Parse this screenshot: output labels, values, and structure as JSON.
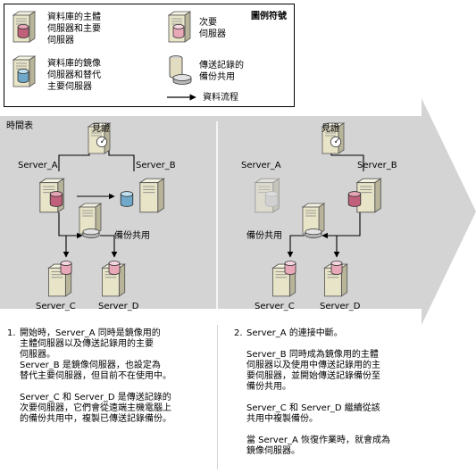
{
  "legend": {
    "title": "圖例符號",
    "items": [
      {
        "label": "資料庫的主體\n伺服器和主要\n伺服器",
        "icon": "principal-server-icon"
      },
      {
        "label": "次要\n伺服器",
        "icon": "secondary-server-icon"
      },
      {
        "label": "資料庫的鏡像\n伺服器和替代\n主要伺服器",
        "icon": "mirror-server-icon"
      },
      {
        "label": "傳送記錄的\n備份共用",
        "icon": "backup-share-icon"
      },
      {
        "label": "資料流程",
        "icon": "data-flow-arrow-icon"
      }
    ]
  },
  "timeline": {
    "title": "時間表",
    "left": {
      "witness": "見證",
      "server_a": "Server_A",
      "server_b": "Server_B",
      "backup_share": "備份共用",
      "server_c": "Server_C",
      "server_d": "Server_D"
    },
    "right": {
      "witness": "見證",
      "server_a": "Server_A",
      "server_b": "Server_B",
      "backup_share": "備份共用",
      "server_c": "Server_C",
      "server_d": "Server_D"
    }
  },
  "descriptions": {
    "step1": {
      "number": "1.",
      "paragraphs": [
        "開始時，Server_A 同時是鏡像用的\n主體伺服器以及傳送記錄用的主要\n伺服器。\nServer_B 是鏡像伺服器，也設定為\n替代主要伺服器，但目前不在使用中。",
        "Server_C 和 Server_D 是傳送記錄的\n次要伺服器，它們會從遠端主機電腦上\n的備份共用中，複製已傳送記錄備份。"
      ]
    },
    "step2": {
      "number": "2.",
      "paragraphs": [
        "Server_A 的連接中斷。",
        "Server_B 同時成為鏡像用的主體\n伺服器以及使用中傳送記錄用的主\n要伺服器，並開始傳送記錄備份至\n備份共用。",
        "Server_C 和 Server_D 繼續從該\n共用中複製備份。",
        "當 Server_A 恢復作業時，就會成為\n鏡像伺服器。"
      ]
    }
  },
  "colors": {
    "banner": "#d4d4d4",
    "principal_db": "#c0607a",
    "mirror_db": "#6fa8c8",
    "secondary_db": "#d98aa0",
    "server_body": "#e8e4c8"
  }
}
